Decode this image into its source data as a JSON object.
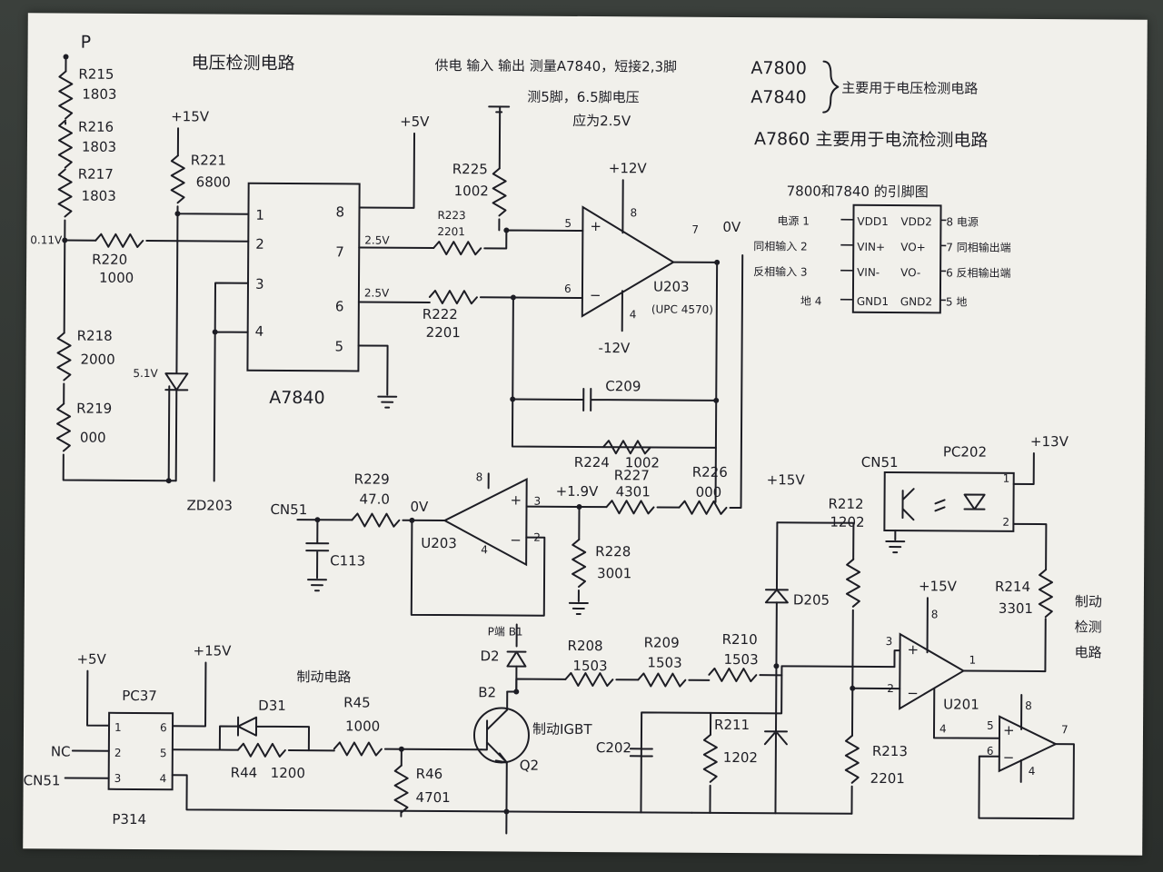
{
  "title": "电压检测电路",
  "notes": {
    "measure": "供电 输入 输出 测量A7840，短接2,3脚",
    "measure2": "测5脚，6.5脚电压",
    "measure3": "应为2.5V",
    "a7800": "A7800",
    "a7840": "A7840",
    "main_use": "主要用于电压检测电路",
    "a7860": "A7860 主要用于电流检测电路"
  },
  "pinout": {
    "title": "7800和7840 的引脚图",
    "left_labels": [
      "电源 1",
      "同相输入 2",
      "反相输入 3",
      "地 4"
    ],
    "left_pins": [
      "VDD1",
      "VIN+",
      "VIN-",
      "GND1"
    ],
    "right_pins": [
      "VDD2",
      "VO+",
      "VO-",
      "GND2"
    ],
    "right_labels": [
      "8 电源",
      "7 同相输出端",
      "6 反相输出端",
      "5 地"
    ]
  },
  "voltage_section": {
    "node_p": "P",
    "node_in": "0.11V",
    "r215": [
      "R215",
      "1803"
    ],
    "r216": [
      "R216",
      "1803"
    ],
    "r217": [
      "R217",
      "1803"
    ],
    "r218": [
      "R218",
      "2000"
    ],
    "r219": [
      "R219",
      "000"
    ],
    "r220": [
      "R220",
      "1000"
    ],
    "r221": [
      "R221",
      "6800"
    ],
    "zener": "5.1V",
    "zd": "ZD203",
    "p15": "+15V",
    "ic": "A7840",
    "ic_pins": [
      "1",
      "2",
      "3",
      "4",
      "8",
      "7",
      "6",
      "5"
    ],
    "p5v": "+5V",
    "v25a": "2.5V",
    "v25b": "2.5V",
    "r223": [
      "R223",
      "2201"
    ],
    "r222": [
      "R222",
      "2201"
    ],
    "r225": [
      "R225",
      "1002"
    ],
    "p12": "+12V",
    "n12": "-12V",
    "u203": "U203",
    "u203_model": "(UPC 4570)",
    "opamp_pins": [
      "5",
      "6",
      "8",
      "4",
      "7"
    ],
    "ov": "0V",
    "c209": "C209",
    "r224": [
      "R224",
      "1002"
    ]
  },
  "buffer_section": {
    "cn51": "CN51",
    "r229": [
      "R229",
      "47.0"
    ],
    "ov": "0V",
    "u203": "U203",
    "pins": [
      "8",
      "3",
      "4",
      "2"
    ],
    "v19": "+1.9V",
    "r227": [
      "R227",
      "4301"
    ],
    "r226": [
      "R226",
      "000"
    ],
    "r228": [
      "R228",
      "3001"
    ],
    "c113": "C113"
  },
  "brake_section": {
    "title": "制动电路",
    "p5v": "+5V",
    "p15v": "+15V",
    "pc37": "PC37",
    "pc_pins": [
      "1",
      "2",
      "3",
      "6",
      "5",
      "4"
    ],
    "nc": "NC",
    "cn51": "CN51",
    "p314": "P314",
    "d31": "D31",
    "r44": [
      "R44",
      "1200"
    ],
    "r45": [
      "R45",
      "1000"
    ],
    "r46": [
      "R46",
      "4701"
    ],
    "p_b1": "P端 B1",
    "d2": "D2",
    "b2": "B2",
    "igbt": "制动IGBT",
    "q2": "Q2",
    "r208": [
      "R208",
      "1503"
    ],
    "r209": [
      "R209",
      "1503"
    ],
    "r210": [
      "R210",
      "1503"
    ],
    "c202": "C202",
    "r211": [
      "R211",
      "1202"
    ],
    "r212": [
      "R212",
      "1202"
    ],
    "r213": [
      "R213",
      "2201"
    ],
    "d205": "D205",
    "p15v_b": "+15V",
    "p15v_c": "+15V",
    "u201": "U201",
    "u201_pins": [
      "3",
      "2",
      "1",
      "8",
      "4"
    ],
    "u2b_pins": [
      "5",
      "6",
      "7",
      "8",
      "4"
    ],
    "cn51b": "CN51",
    "pc202": "PC202",
    "pc202_pins": [
      "1",
      "2"
    ],
    "p13v": "+13V",
    "r214": [
      "R214",
      "3301"
    ],
    "detect": [
      "制动",
      "检测",
      "电路"
    ]
  }
}
